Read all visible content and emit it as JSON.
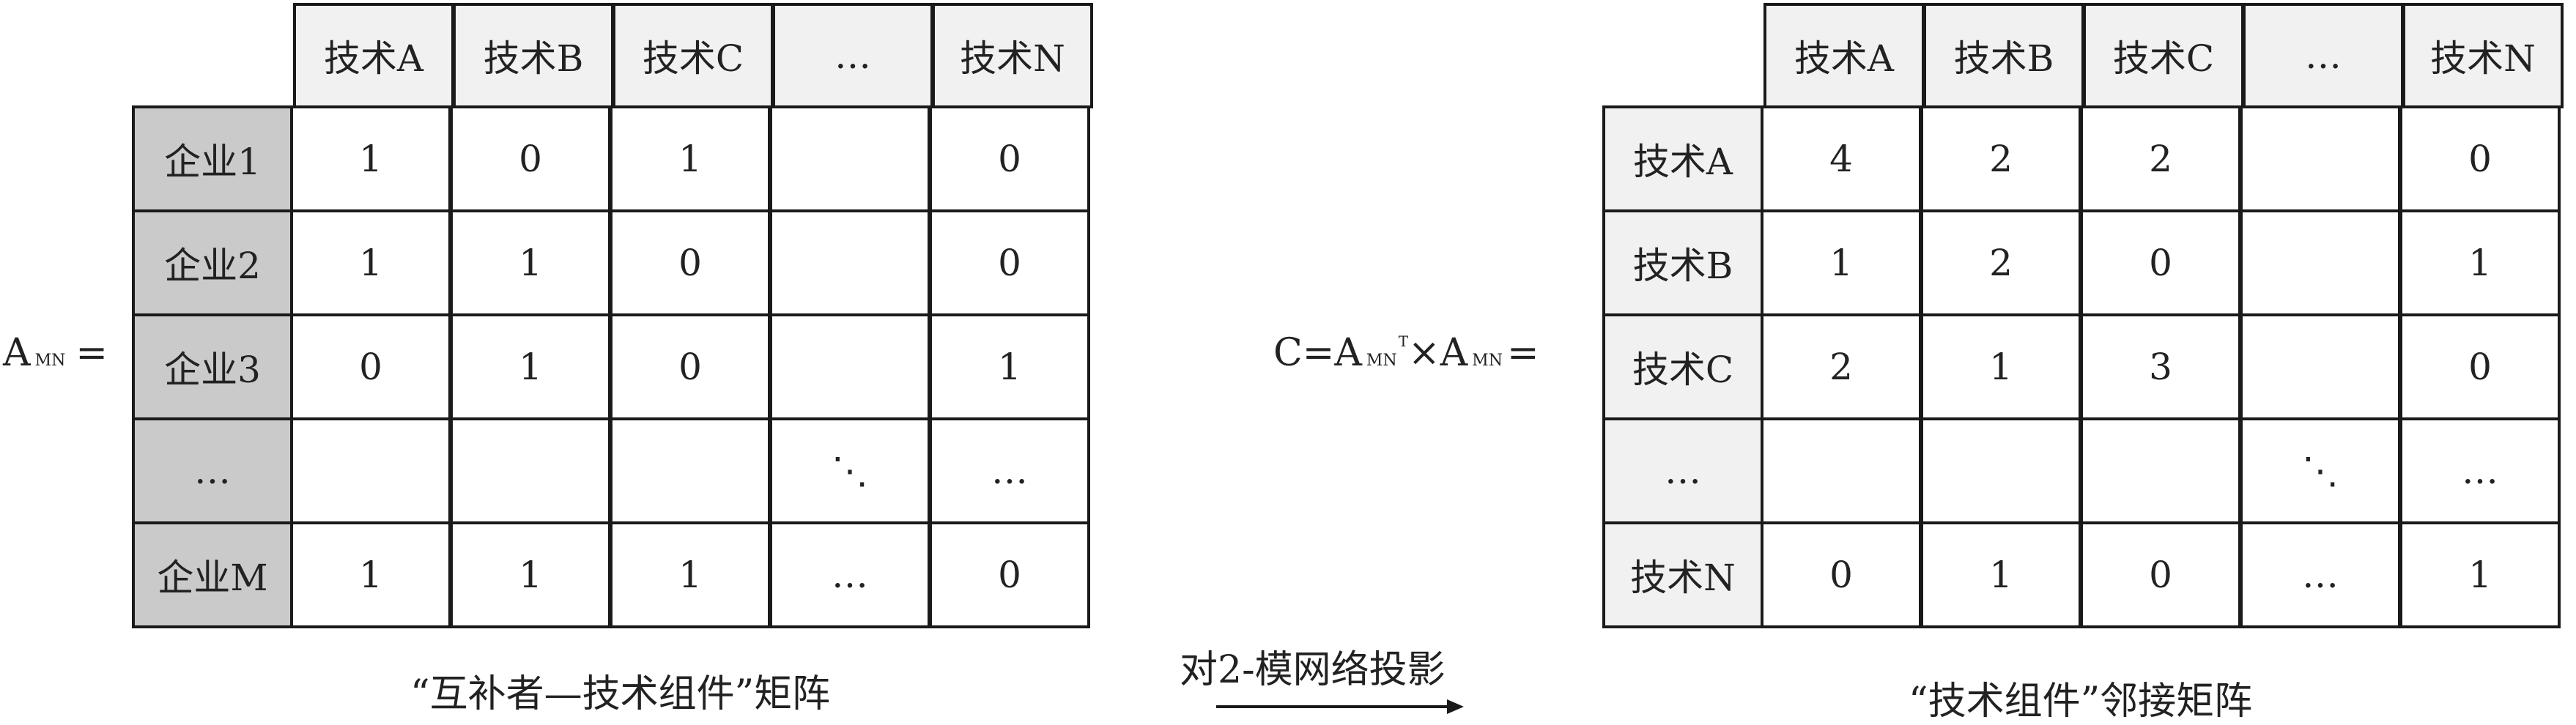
{
  "left_equation": {
    "A": "A",
    "sub": "MN",
    "eq": "="
  },
  "right_equation": {
    "prefix": "C=A",
    "sub1": "MN",
    "sup": "T",
    "times": "×A",
    "sub2": "MN",
    "eq": "="
  },
  "left_matrix": {
    "columns": [
      "技术A",
      "技术B",
      "技术C",
      "…",
      "技术N"
    ],
    "rows": [
      {
        "label": "企业1",
        "cells": [
          "1",
          "0",
          "1",
          "",
          "0"
        ]
      },
      {
        "label": "企业2",
        "cells": [
          "1",
          "1",
          "0",
          "",
          "0"
        ]
      },
      {
        "label": "企业3",
        "cells": [
          "0",
          "1",
          "0",
          "",
          "1"
        ]
      },
      {
        "label": "…",
        "cells": [
          "",
          "",
          "",
          "⋱",
          "…"
        ]
      },
      {
        "label": "企业M",
        "cells": [
          "1",
          "1",
          "1",
          "…",
          "0"
        ]
      }
    ],
    "caption": "“互补者—技术组件”矩阵"
  },
  "right_matrix": {
    "columns": [
      "技术A",
      "技术B",
      "技术C",
      "…",
      "技术N"
    ],
    "rows": [
      {
        "label": "技术A",
        "cells": [
          "4",
          "2",
          "2",
          "",
          "0"
        ]
      },
      {
        "label": "技术B",
        "cells": [
          "1",
          "2",
          "0",
          "",
          "1"
        ]
      },
      {
        "label": "技术C",
        "cells": [
          "2",
          "1",
          "3",
          "",
          "0"
        ]
      },
      {
        "label": "…",
        "cells": [
          "",
          "",
          "",
          "⋱",
          "…"
        ]
      },
      {
        "label": "技术N",
        "cells": [
          "0",
          "1",
          "0",
          "…",
          "1"
        ]
      }
    ],
    "caption": "“技术组件”邻接矩阵"
  },
  "projection": {
    "label": "对2-模网络投影"
  }
}
